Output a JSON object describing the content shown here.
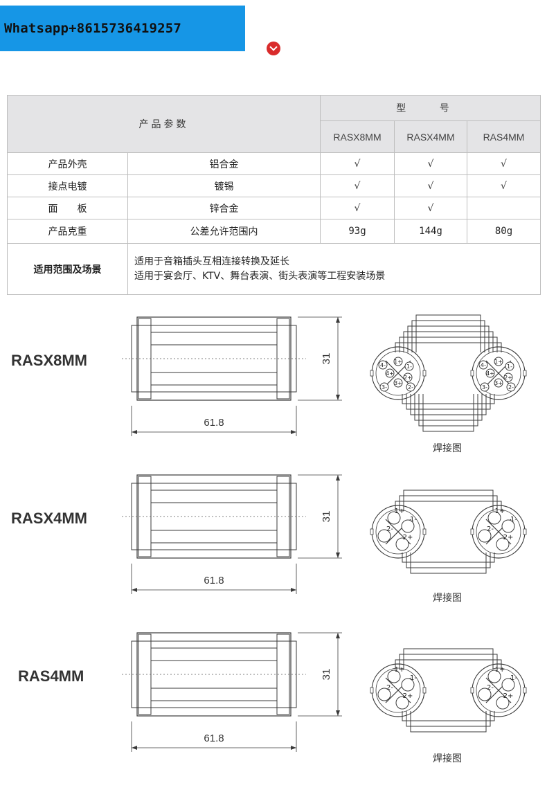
{
  "contact": "Whatsapp+8615736419257",
  "table": {
    "title": "产品参数",
    "model_header": "型 号",
    "models": [
      "RASX8MM",
      "RASX4MM",
      "RAS4MM"
    ],
    "check": "√",
    "rows": [
      {
        "name": "产品外壳",
        "spec": "铝合金",
        "cols": [
          "√",
          "√",
          "√"
        ]
      },
      {
        "name": "接点电镀",
        "spec": "镀锡",
        "cols": [
          "√",
          "√",
          "√"
        ]
      },
      {
        "name": "面　　板",
        "spec": "锌合金",
        "cols": [
          "√",
          "√",
          ""
        ]
      },
      {
        "name": "产品克重",
        "spec": "公差允许范围内",
        "cols": [
          "93g",
          "144g",
          "80g"
        ]
      }
    ],
    "scope_title": "适用范围及场景",
    "scope_lines": [
      "适用于音箱插头互相连接转换及延长",
      "适用于宴会厅、KTV、舞台表演、街头表演等工程安装场景"
    ]
  },
  "drawings": [
    {
      "model": "RASX8MM",
      "length": "61.8",
      "height": "31",
      "caption": "焊接图",
      "pins": [
        "1+",
        "1-",
        "2+",
        "2-",
        "3+",
        "3-",
        "4+",
        "4-"
      ]
    },
    {
      "model": "RASX4MM",
      "length": "61.8",
      "height": "31",
      "caption": "焊接图",
      "pins": [
        "1+",
        "1-",
        "2+",
        "2-"
      ]
    },
    {
      "model": "RAS4MM",
      "length": "61.8",
      "height": "31",
      "caption": "焊接图",
      "pins": [
        "1+",
        "1-",
        "2+",
        "2-"
      ]
    }
  ]
}
